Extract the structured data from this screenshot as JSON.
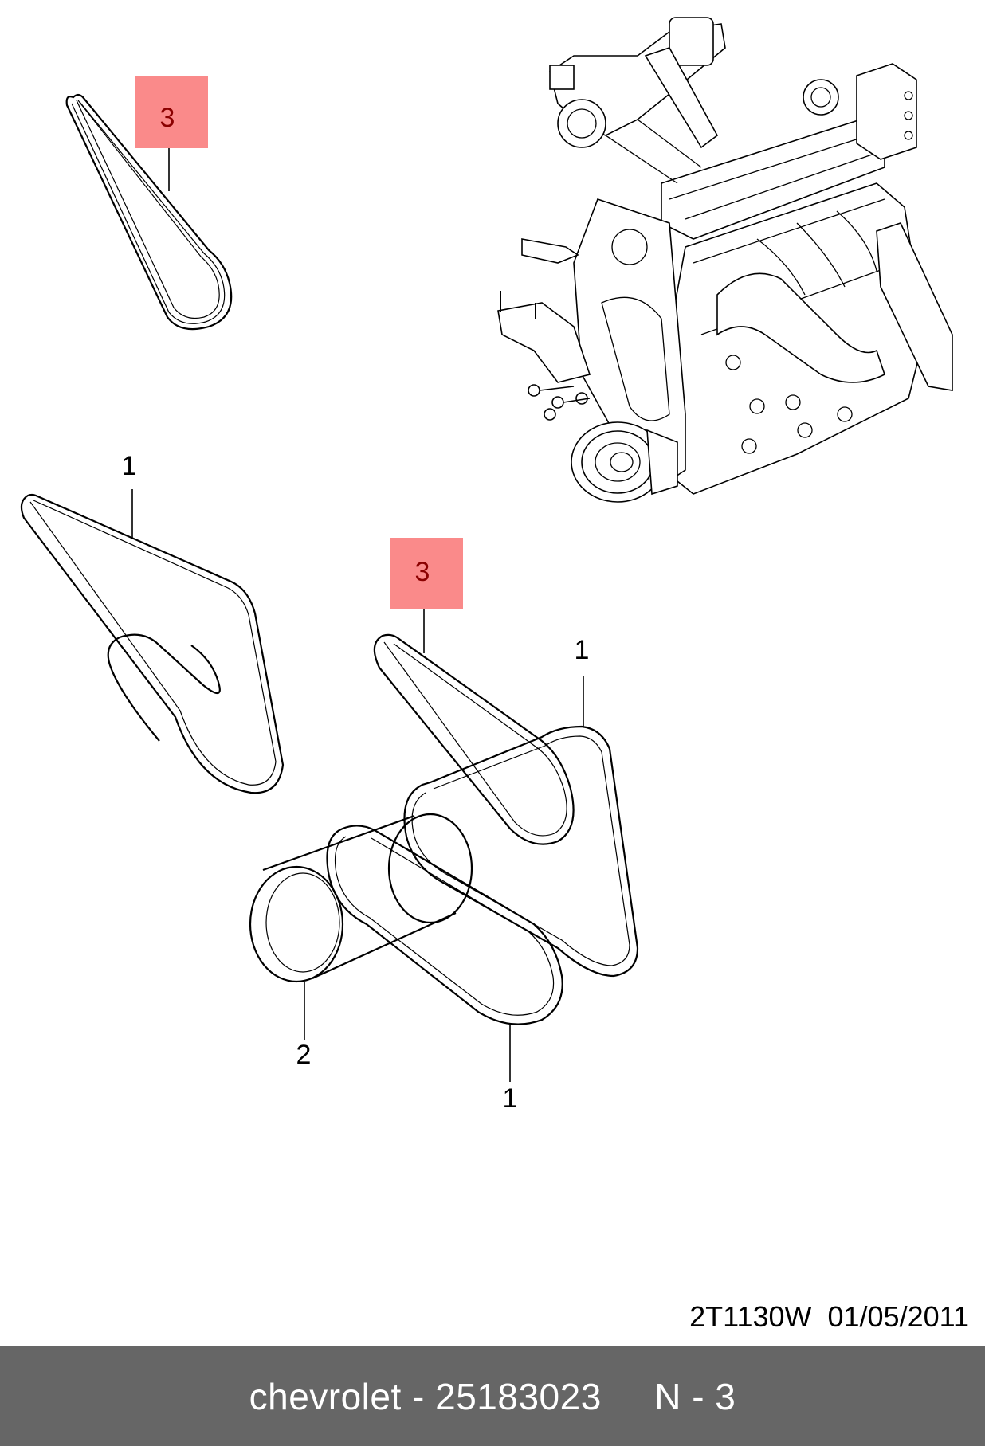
{
  "diagram": {
    "callouts": {
      "top_left_highlight": "3",
      "left_belt": "1",
      "center_highlight": "3",
      "right_belt_top": "1",
      "pulley": "2",
      "right_belt_bottom": "1"
    },
    "highlight_color": "#fa8a8a",
    "drawing_code": "2T1130W  01/05/2011"
  },
  "footer": {
    "text": "chevrolet - 25183023     N - 3",
    "background": "#666666"
  }
}
